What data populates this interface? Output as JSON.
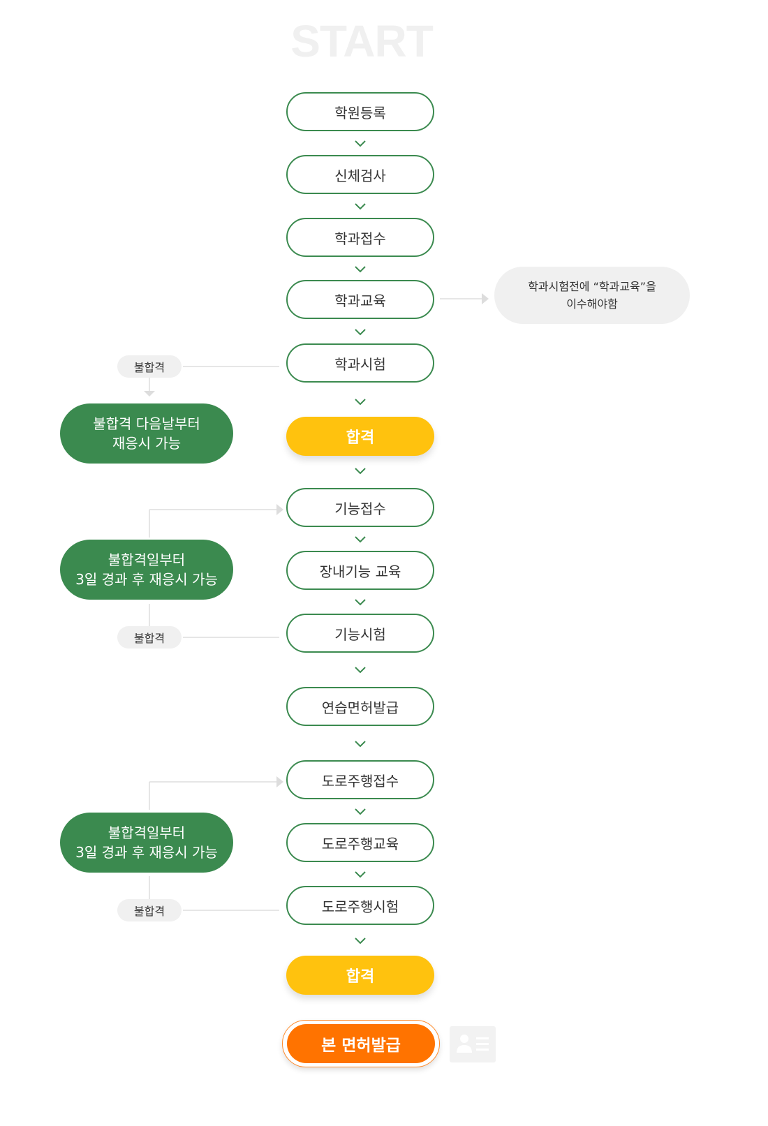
{
  "start": "START",
  "steps": {
    "s1": "학원등록",
    "s2": "신체검사",
    "s3": "학과접수",
    "s4": "학과교육",
    "s5": "학과시험",
    "s6": "기능접수",
    "s7": "장내기능 교육",
    "s8": "기능시험",
    "s9": "연습면허발급",
    "s10": "도로주행접수",
    "s11": "도로주행교육",
    "s12": "도로주행시험"
  },
  "pass_label": "합격",
  "fail_label": "불합격",
  "note": {
    "line1": "학과시험전에 “학과교육”을",
    "line2": "이수해야함"
  },
  "retake_written": {
    "line1": "불합격 다음날부터",
    "line2": "재응시 가능"
  },
  "retake_skill": {
    "line1": "불합격일부터",
    "line2": "3일 경과 후 재응시 가능"
  },
  "retake_road": {
    "line1": "불합격일부터",
    "line2": "3일 경과 후 재응시 가능"
  },
  "final": "본 면허발급",
  "icons": {
    "chevron": "chevron-down-icon",
    "license": "license-card-icon"
  },
  "colors": {
    "green": "#3b8a4f",
    "yellow": "#ffc20e",
    "orange": "#ff7300",
    "gray": "#f0f0f0"
  }
}
